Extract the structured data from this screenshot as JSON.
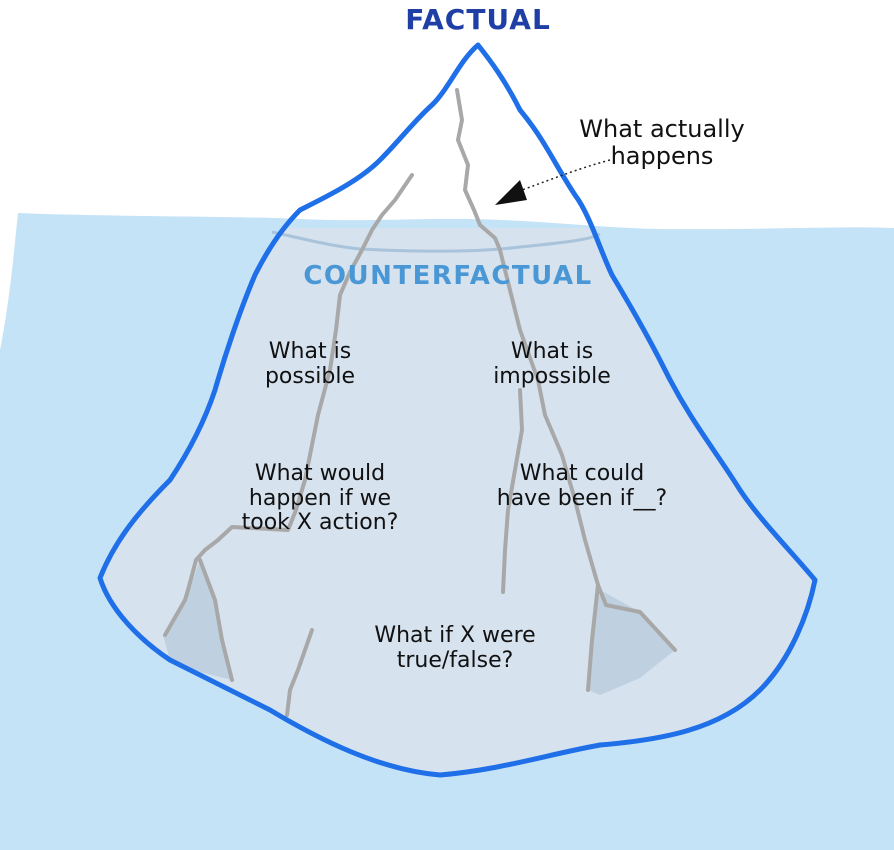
{
  "titles": {
    "factual": "FACTUAL",
    "counterfactual": "COUNTERFACTUAL"
  },
  "annotation": {
    "lines": [
      "What actually",
      "happens"
    ]
  },
  "questions": {
    "possible": [
      "What is",
      "possible"
    ],
    "impossible": [
      "What is",
      "impossible"
    ],
    "happen": [
      "What would",
      "happen if we",
      "took X action?"
    ],
    "could": [
      "What could",
      "have been if__?"
    ],
    "truefalse": [
      "What if X were",
      "true/false?"
    ]
  },
  "colors": {
    "factual_title": "#1f3fa6",
    "counterfactual_title": "#4a97d6",
    "water": "#c5e3f7",
    "ice_submerged": "#d6e2ee",
    "ice_outline": "#1f6fe8",
    "cracks": "#a8a8a8",
    "facet_shade": "#bfd0e0"
  }
}
